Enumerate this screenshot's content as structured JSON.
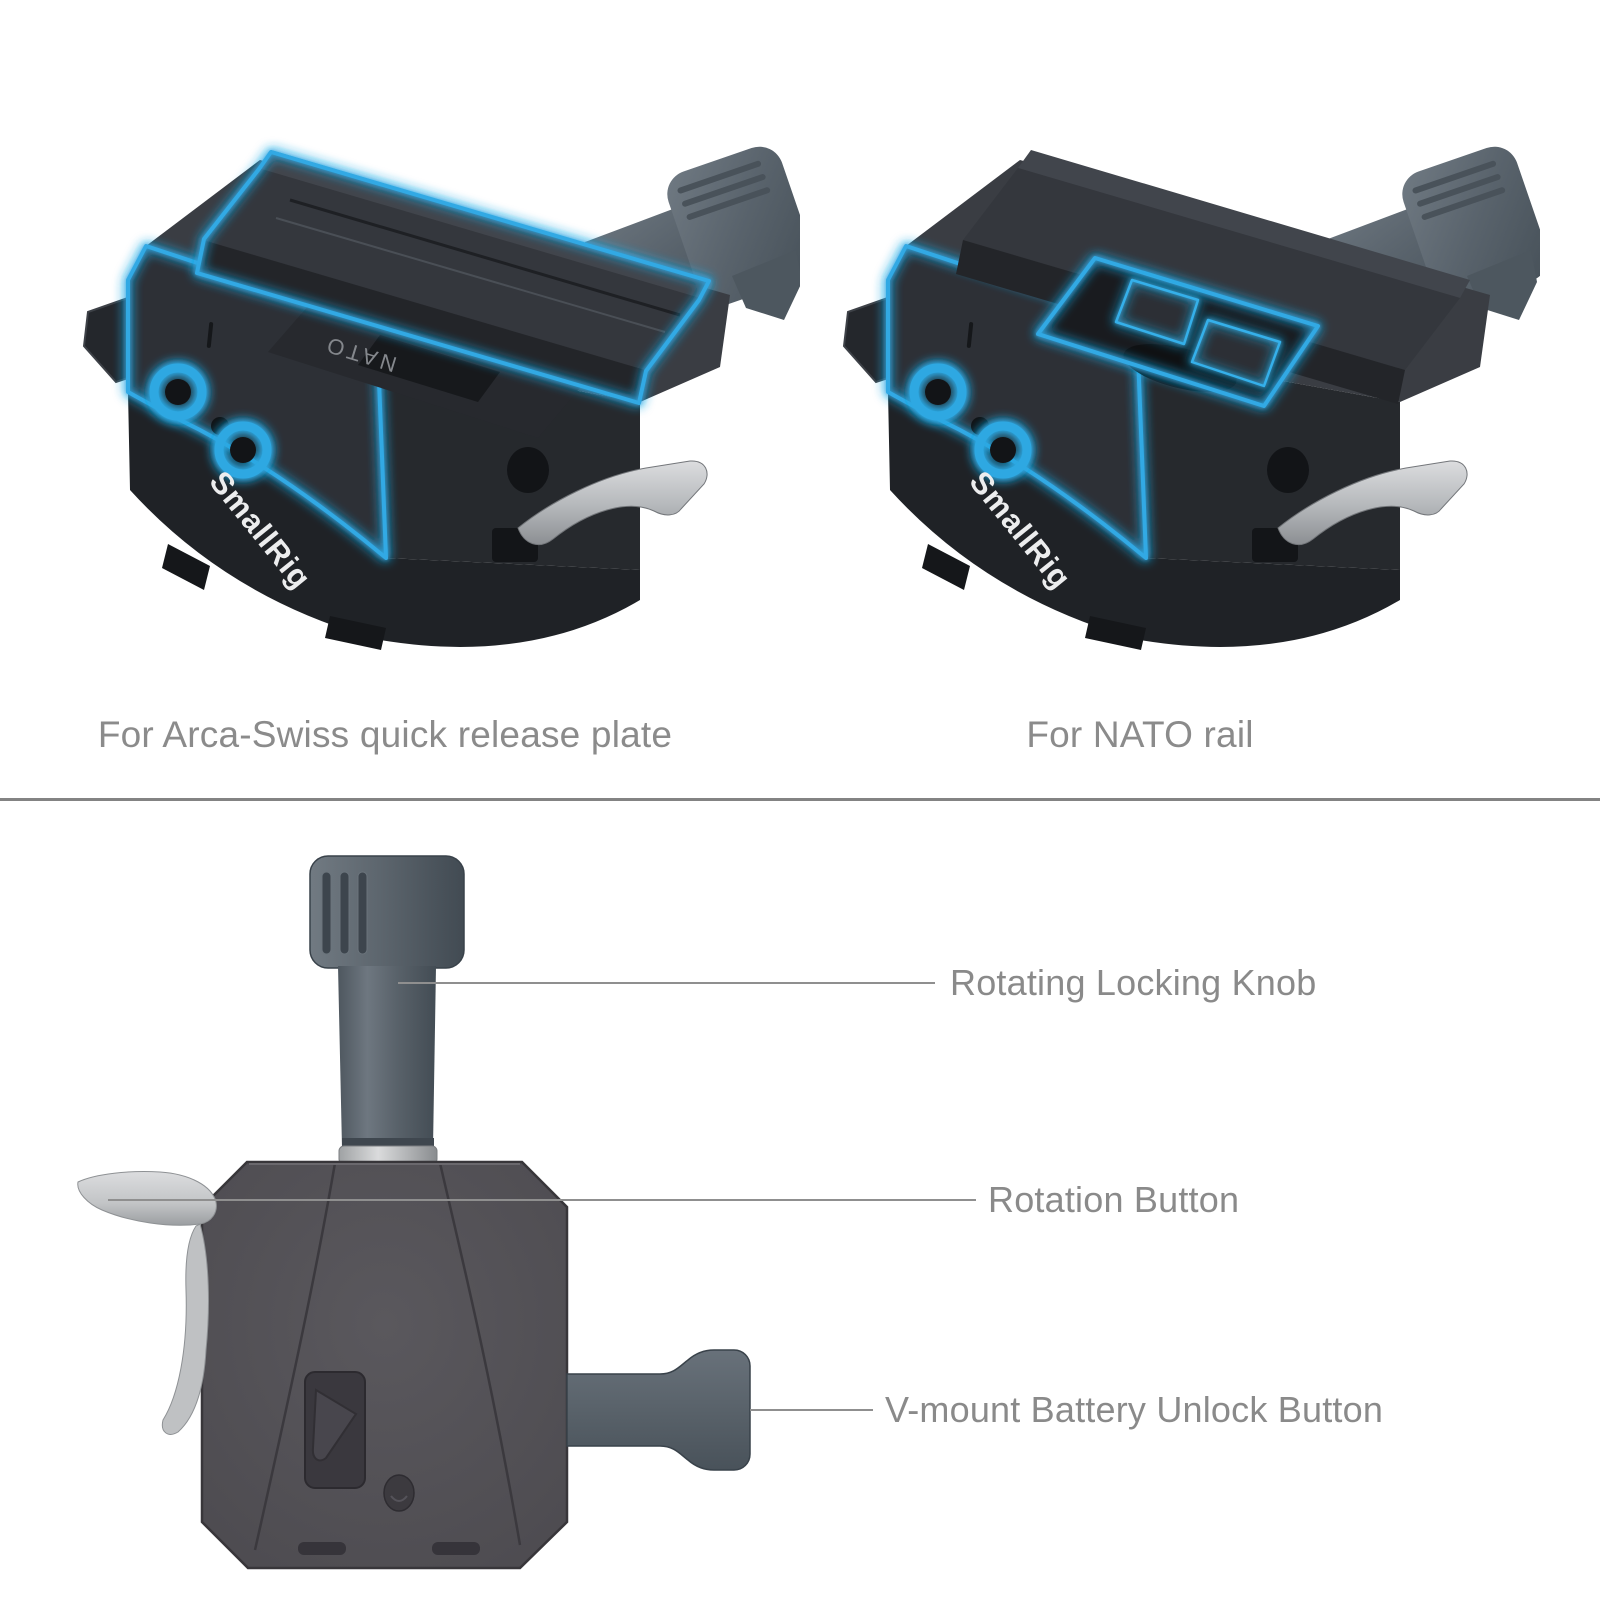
{
  "products": [
    {
      "caption": "For Arca-Swiss quick release plate",
      "logo": "SmallRig",
      "engraving": "NATO"
    },
    {
      "caption": "For NATO rail",
      "logo": "SmallRig"
    }
  ],
  "callouts": [
    {
      "label": "Rotating Locking Knob"
    },
    {
      "label": "Rotation Button"
    },
    {
      "label": "V-mount Battery Unlock Button"
    }
  ],
  "colors": {
    "background": "#ffffff",
    "accent_blue": "#30a9e4",
    "product_body_dark": "#2b2e33",
    "product_base_dark": "#1e2125",
    "metal_blue_gray": "#5d666f",
    "silver_lever": "#c9cbcd",
    "side_body_gray": "#535156",
    "label_text": "#8a8a8a",
    "leader_line": "#8f8f8f",
    "divider": "#838383"
  }
}
